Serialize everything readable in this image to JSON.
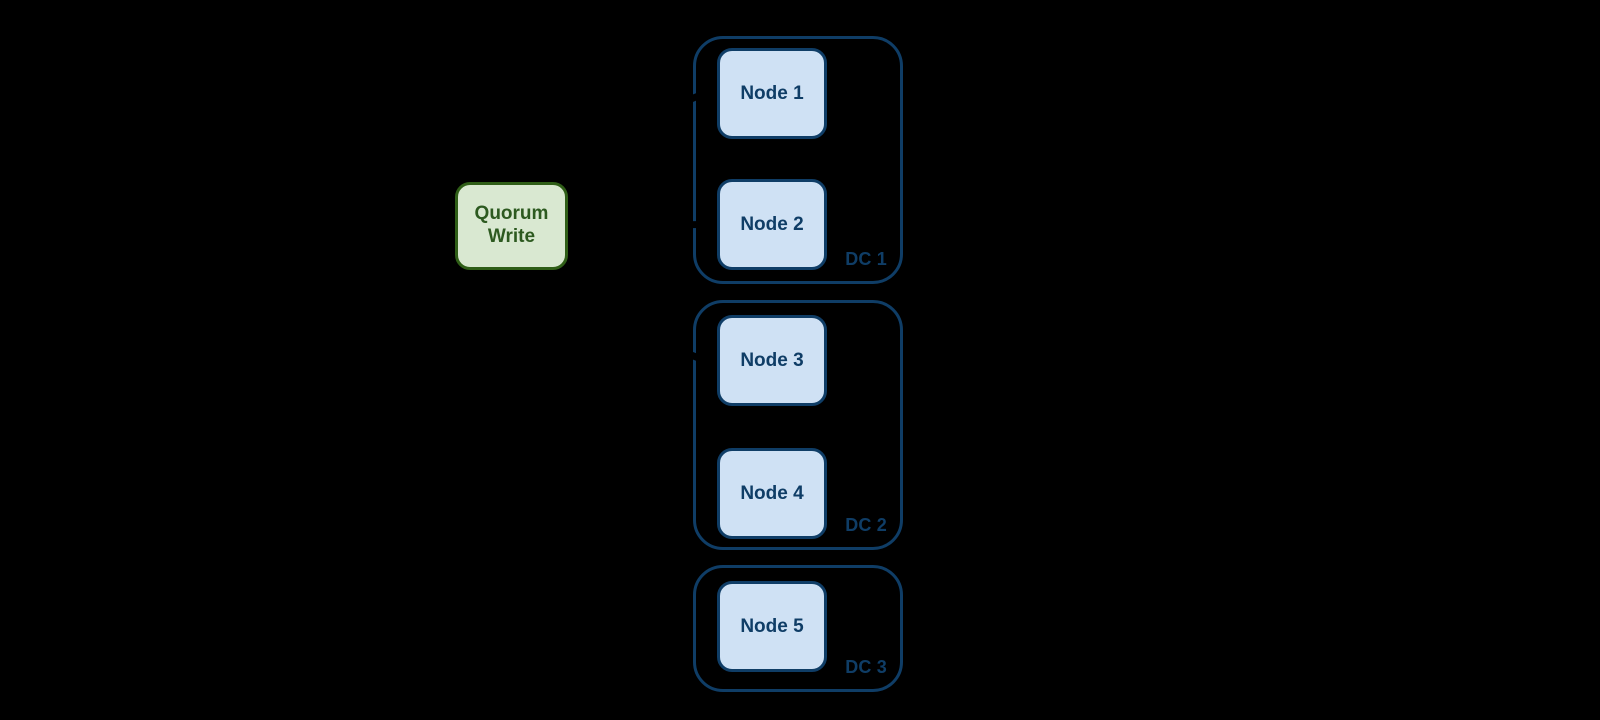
{
  "diagram": {
    "quorum": {
      "label": "Quorum Write"
    },
    "datacenters": [
      {
        "label": "DC 1",
        "nodes": [
          {
            "label": "Node 1"
          },
          {
            "label": "Node 2"
          }
        ]
      },
      {
        "label": "DC 2",
        "nodes": [
          {
            "label": "Node 3"
          },
          {
            "label": "Node 4"
          }
        ]
      },
      {
        "label": "DC 3",
        "nodes": [
          {
            "label": "Node 5"
          }
        ]
      }
    ],
    "edges": [
      {
        "from": "Quorum Write",
        "to": "Node 1"
      },
      {
        "from": "Quorum Write",
        "to": "Node 2"
      },
      {
        "from": "Quorum Write",
        "to": "Node 3"
      }
    ],
    "colors": {
      "background": "#000000",
      "navy": "#0f3d66",
      "node_fill": "#cfe1f4",
      "green_fill": "#d9e8d1",
      "green_border": "#2f5e17",
      "green_text": "#2d5a20",
      "connector": "#000000"
    }
  }
}
